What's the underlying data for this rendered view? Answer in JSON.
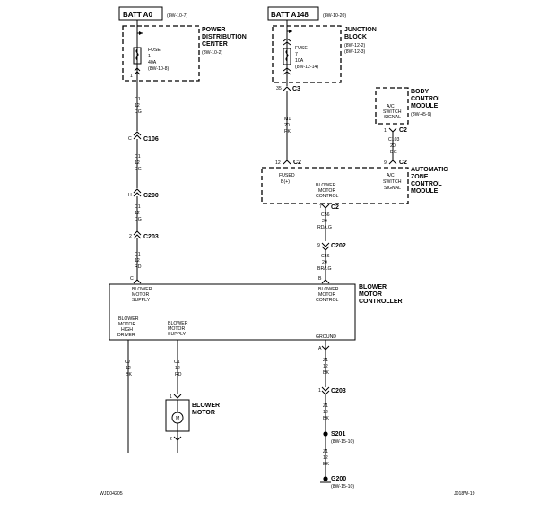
{
  "footer": {
    "left": "WJD04205",
    "right": "J018W-19"
  },
  "batteries": {
    "left": {
      "label": "BATT A0",
      "ref": "(8W-10-7)"
    },
    "right": {
      "label": "BATT A148",
      "ref": "(8W-10-20)"
    }
  },
  "pdc": {
    "title": [
      "POWER",
      "DISTRIBUTION",
      "CENTER"
    ],
    "ref": "(8W-10-2)",
    "fuse": {
      "label": "FUSE",
      "num": "1",
      "amps": "40A",
      "ref": "(8W-10-8)"
    },
    "pin": "1"
  },
  "jb": {
    "title": [
      "JUNCTION",
      "BLOCK"
    ],
    "refs": [
      "(8W-12-2)",
      "(8W-12-3)"
    ],
    "fuse": {
      "label": "FUSE",
      "num": "7",
      "amps": "10A",
      "ref": "(8W-12-14)"
    },
    "pin": "35",
    "conn": "C3"
  },
  "bcm": {
    "title": [
      "BODY",
      "CONTROL",
      "MODULE"
    ],
    "ref": "(8W-45-9)",
    "inner": [
      "A/C",
      "SWITCH",
      "SIGNAL"
    ],
    "pin": "1",
    "conn": "C2"
  },
  "azc": {
    "title": [
      "AUTOMATIC",
      "ZONE",
      "CONTROL",
      "MODULE"
    ],
    "fused": [
      "FUSED",
      "B(+)"
    ],
    "blower": [
      "BLOWER",
      "MOTOR",
      "CONTROL"
    ],
    "acsw": [
      "A/C",
      "SWITCH",
      "SIGNAL"
    ],
    "pin_top_left": "12",
    "conn_top_left": "C2",
    "pin_top_right": "9",
    "conn_top_right": "C2",
    "pin_bottom": "7",
    "conn_bottom": "C2"
  },
  "wires": {
    "left_w1": [
      "C1",
      "12",
      "DG"
    ],
    "left_w2": [
      "C1",
      "12",
      "DG"
    ],
    "left_w3": [
      "C1",
      "12",
      "DG"
    ],
    "left_w4": [
      "C1",
      "12",
      "RD"
    ],
    "m1": [
      "M1",
      "20",
      "PK"
    ],
    "c103": [
      "C103",
      "20",
      "DG"
    ],
    "c56a": [
      "C56",
      "20",
      "RD/LG"
    ],
    "c56b": [
      "C56",
      "20",
      "BR/LG"
    ],
    "c7": [
      "C7",
      "12",
      "BK"
    ],
    "c1": [
      "C1",
      "12",
      "RD"
    ],
    "z1a": [
      "Z1",
      "12",
      "BK"
    ],
    "z1b": [
      "Z1",
      "12",
      "BK"
    ],
    "z1c": [
      "Z1",
      "12",
      "BK"
    ]
  },
  "connectors": {
    "c106": {
      "pin": "C",
      "name": "C106"
    },
    "c200": {
      "pin": "H",
      "name": "C200"
    },
    "c203a": {
      "pin": "2",
      "name": "C203"
    },
    "c202": {
      "pin": "9",
      "name": "C202"
    },
    "c203b": {
      "pin": "1",
      "name": "C203"
    }
  },
  "bmc": {
    "title": [
      "BLOWER",
      "MOTOR",
      "CONTROLLER"
    ],
    "supply_top": [
      "BLOWER",
      "MOTOR",
      "SUPPLY"
    ],
    "control_top": [
      "BLOWER",
      "MOTOR",
      "CONTROL"
    ],
    "high_driver": [
      "BLOWER",
      "MOTOR",
      "HIGH",
      "DRIVER"
    ],
    "supply_bottom": [
      "BLOWER",
      "MOTOR",
      "SUPPLY"
    ],
    "ground": "GROUND",
    "pin_c": "C",
    "pin_b": "B",
    "pin_a": "A"
  },
  "motor": {
    "title": [
      "BLOWER",
      "MOTOR"
    ],
    "symbol": "M",
    "pin_top": "1",
    "pin_bottom": "2"
  },
  "splice": {
    "name": "S201",
    "ref": "(8W-15-10)"
  },
  "ground": {
    "name": "G200",
    "ref": "(8W-15-10)"
  }
}
